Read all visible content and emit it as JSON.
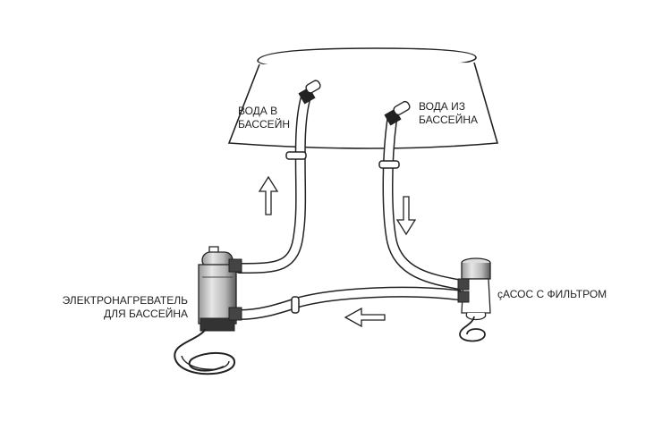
{
  "labels": {
    "water_in": [
      "ВОДА В",
      "БАССЕЙН"
    ],
    "water_out": [
      "ВОДА ИЗ",
      "БАССЕЙНА"
    ],
    "heater": [
      "ЭЛЕКТРОНАГРЕВАТЕЛЬ",
      "ДЛЯ БАССЕЙНА"
    ],
    "pump": "çАСОС С ФИЛЬТРОМ"
  },
  "icons": [
    "arrow-up-icon",
    "arrow-down-icon",
    "arrow-left-icon"
  ],
  "colors": {
    "line": "#222222",
    "background": "#ffffff"
  }
}
